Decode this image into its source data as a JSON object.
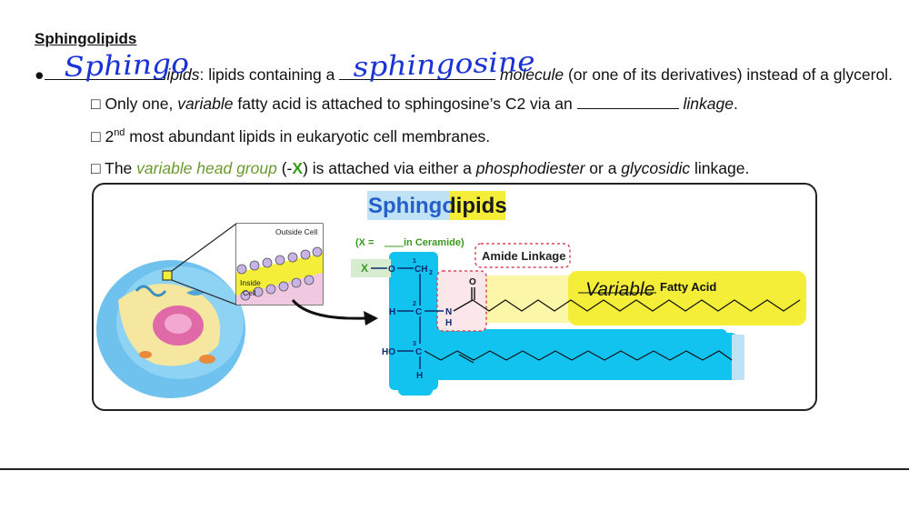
{
  "heading": "Sphingolipids",
  "bullet1": {
    "bullet": "●",
    "handwritten_prefix": "Sphingo",
    "text1": "lipids",
    "text2": ": lipids containing a ",
    "handwritten_blank": "sphingosine",
    "text3": " molecule",
    "text4": " (or one of its derivatives) instead of a glycerol."
  },
  "sub1": {
    "box": "□",
    "a": " Only one, ",
    "b": "variable",
    "c": " fatty acid is attached to sphingosine’s C2 via an ",
    "d": "linkage",
    "e": "."
  },
  "sub2": {
    "box": "□",
    "a": " 2",
    "sup": "nd",
    "b": " most abundant lipids in eukaryotic cell membranes."
  },
  "sub3": {
    "box": "□",
    "a": " The ",
    "b": "variable head group",
    "c": " (-",
    "d": "X",
    "e": ") is attached via either a ",
    "f": "phosphodiester",
    "g": " or a ",
    "h": "glycosidic",
    "i": " linkage."
  },
  "figure": {
    "title_a": "Sphingo",
    "title_b": "lipids",
    "ceramide_note_a": "(X = ",
    "ceramide_note_b": " in Ceramide)",
    "amide_label": "Amide Linkage",
    "fatty_acid_handwritten": "Variable",
    "fatty_acid_label": "Fatty Acid",
    "outside_cell": "Outside Cell",
    "inside_cell_1": "Inside",
    "inside_cell_2": "Cell",
    "atoms": {
      "X": "X",
      "O1": "O",
      "C1": "1",
      "CH2": "CH",
      "CH2_sub": "2",
      "H1": "H",
      "C2num": "2",
      "C2": "C",
      "N": "N",
      "NH": "H",
      "O2": "O",
      "HO": "HO",
      "C3num": "3",
      "C3": "C",
      "H3": "H"
    },
    "colors": {
      "sphingosine_highlight": "#12c3ef",
      "fatty_acid_highlight": "#f4ee38",
      "amide_box": "#d94a55",
      "title_blue": "#2560c9",
      "green": "#3a9a1f"
    }
  }
}
